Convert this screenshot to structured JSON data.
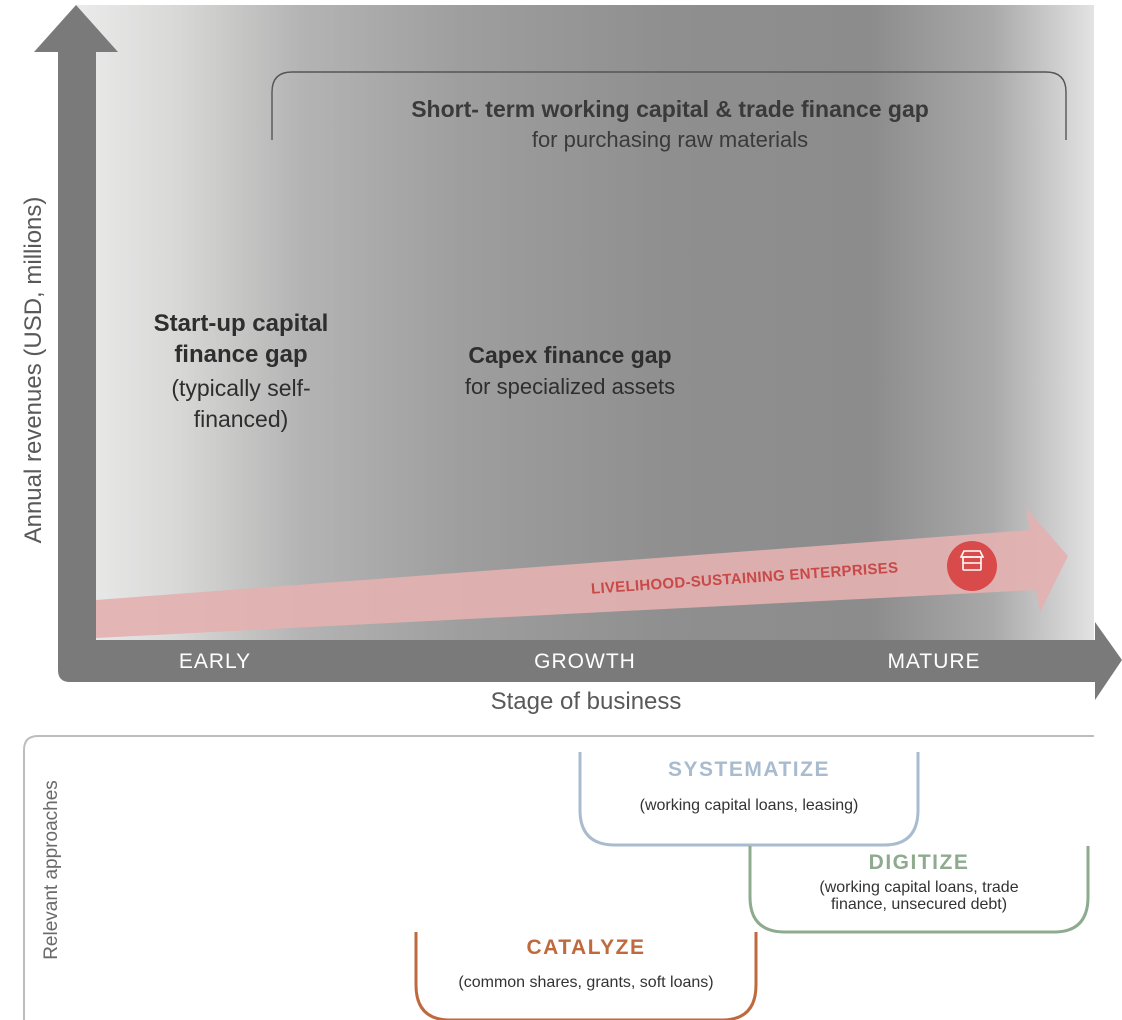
{
  "axes": {
    "y_label": "Annual revenues (USD, millions)",
    "x_label": "Stage of business",
    "stages": [
      "EARLY",
      "GROWTH",
      "MATURE"
    ]
  },
  "gaps": {
    "working_capital": {
      "title": "Short- term working capital & trade finance gap",
      "subtitle": "for purchasing raw materials"
    },
    "startup": {
      "line1": "Start-up capital",
      "line2": "finance gap",
      "line3": "(typically self-",
      "line4": "financed)"
    },
    "capex": {
      "title": "Capex finance gap",
      "subtitle": "for specialized assets"
    }
  },
  "enterprise_arrow": {
    "label": "LIVELIHOOD-SUSTAINING ENTERPRISES",
    "icon": "storefront-icon"
  },
  "approaches": {
    "label": "Relevant approaches",
    "systematize": {
      "title": "SYSTEMATIZE",
      "detail": "(working capital loans, leasing)"
    },
    "digitize": {
      "title": "DIGITIZE",
      "detail_line1": "(working capital loans, trade",
      "detail_line2": "finance, unsecured debt)"
    },
    "catalyze": {
      "title": "CATALYZE",
      "detail": "(common shares, grants, soft loans)"
    }
  },
  "colors": {
    "axis_gray": "#7a7a7a",
    "enterprise_arrow": "#e3b1b1",
    "enterprise_text": "#c94848",
    "icon_circle": "#d94a4a",
    "systematize": "#a9bccf",
    "digitize": "#8fab8f",
    "catalyze": "#bf6a3c"
  }
}
